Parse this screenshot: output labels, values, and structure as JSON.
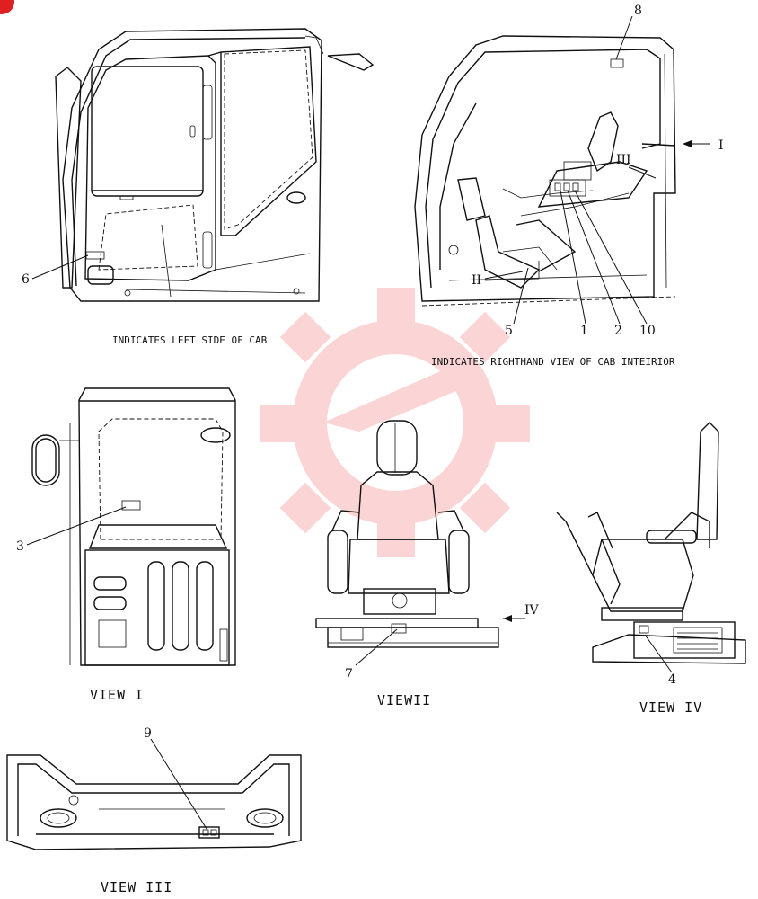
{
  "captions": {
    "left_side": "INDICATES LEFT SIDE OF CAB",
    "right_interior": "INDICATES RIGHTHAND VIEW OF CAB INTEIRIOR"
  },
  "views": {
    "view1": "VIEW I",
    "view2": "VIEWII",
    "view3": "VIEW III",
    "view4": "VIEW IV"
  },
  "view_markers": {
    "m1": "I",
    "m2": "II",
    "m3": "III",
    "m4": "IV"
  },
  "callouts": {
    "c1": "1",
    "c2": "2",
    "c3": "3",
    "c4": "4",
    "c5": "5",
    "c6": "6",
    "c7": "7",
    "c8": "8",
    "c9": "9",
    "c10": "10"
  },
  "colors": {
    "watermark": "#f05a5a",
    "corner_badge": "#e02020",
    "line": "#111111"
  },
  "icons": {
    "watermark": "gear-logo-icon",
    "badge": "corner-badge-icon"
  }
}
